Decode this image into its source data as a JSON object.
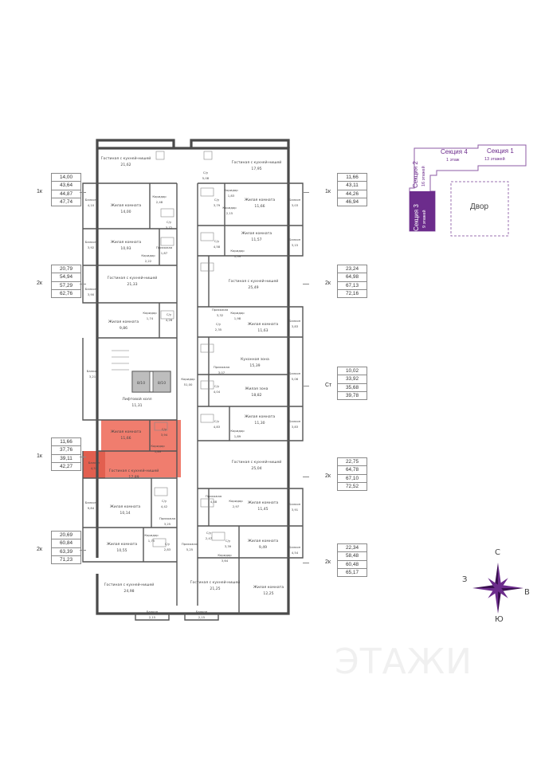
{
  "apartment_areas": [
    {
      "rooms": "1к",
      "values": [
        "14,00",
        "43,64",
        "44,87",
        "47,74"
      ]
    },
    {
      "rooms": "2к",
      "values": [
        "20,79",
        "54,94",
        "57,29",
        "62,76"
      ]
    },
    {
      "rooms": "1к",
      "values": [
        "11,66",
        "37,76",
        "39,11",
        "42,27"
      ]
    },
    {
      "rooms": "2к",
      "values": [
        "20,69",
        "60,84",
        "63,39",
        "71,23"
      ]
    },
    {
      "rooms": "1к",
      "values": [
        "11,66",
        "43,11",
        "44,26",
        "46,94"
      ]
    },
    {
      "rooms": "2к",
      "values": [
        "23,24",
        "64,98",
        "67,13",
        "72,16"
      ]
    },
    {
      "rooms": "Ст",
      "values": [
        "10,02",
        "33,92",
        "35,68",
        "39,78"
      ]
    },
    {
      "rooms": "2к",
      "values": [
        "22,75",
        "64,78",
        "67,10",
        "72,52"
      ]
    },
    {
      "rooms": "2к",
      "values": [
        "22,34",
        "58,48",
        "60,48",
        "65,17"
      ]
    }
  ],
  "rooms": [
    {
      "label": "Гостиная с кухней-нишей",
      "area": "21,62"
    },
    {
      "label": "Гостиная с кухней-нишей",
      "area": "17,95"
    },
    {
      "label": "Жилая комната",
      "area": "14,00"
    },
    {
      "label": "Коридор",
      "area": "2,48"
    },
    {
      "label": "С/у",
      "area": "5,08"
    },
    {
      "label": "С/у",
      "area": "3,79"
    },
    {
      "label": "Коридор",
      "area": "1,83"
    },
    {
      "label": "Жилая комната",
      "area": "11,66"
    },
    {
      "label": "Балкон",
      "area": "4,10"
    },
    {
      "label": "Балкон",
      "area": "3,03"
    },
    {
      "label": "Коридор",
      "area": "2,15"
    },
    {
      "label": "С/у",
      "area": "3,72"
    },
    {
      "label": "Жилая комната",
      "area": "10,93"
    },
    {
      "label": "Балкон",
      "area": "3,92"
    },
    {
      "label": "Прихожая",
      "area": "1,87"
    },
    {
      "label": "Коридор",
      "area": "2,22"
    },
    {
      "label": "Жилая комната",
      "area": "11,57"
    },
    {
      "label": "С/у",
      "area": "4,58"
    },
    {
      "label": "Коридор",
      "area": "1,59"
    },
    {
      "label": "Балкон",
      "area": "3,15"
    },
    {
      "label": "Гостиная с кухней-нишей",
      "area": "21,33"
    },
    {
      "label": "Гостиная с кухней-нишей",
      "area": "25,49"
    },
    {
      "label": "Балкон",
      "area": "3,90"
    },
    {
      "label": "Жилая комната",
      "area": "9,86"
    },
    {
      "label": "Коридор",
      "area": "1,74"
    },
    {
      "label": "С/у",
      "area": "4,26"
    },
    {
      "label": "Прихожая",
      "area": "3,32"
    },
    {
      "label": "Коридор",
      "area": "1,98"
    },
    {
      "label": "Жилая комната",
      "area": "11,63"
    },
    {
      "label": "С/у",
      "area": "2,35"
    },
    {
      "label": "Балкон",
      "area": "3,83"
    },
    {
      "label": "Кухонная зона",
      "area": "15,39"
    },
    {
      "label": "Прихожая",
      "area": "3,07"
    },
    {
      "label": "Балкон",
      "area": "3,21"
    },
    {
      "label": "Коридор",
      "area": "51,00"
    },
    {
      "label": "Лифтовой холл",
      "area": "11,31"
    },
    {
      "label": "Жилая зона",
      "area": "18,82"
    },
    {
      "label": "С/у",
      "area": "4,04"
    },
    {
      "label": "Балкон",
      "area": "5,06"
    },
    {
      "label": "Жилая комната",
      "area": "11,30"
    },
    {
      "label": "Балкон",
      "area": "3,83"
    },
    {
      "label": "Жилая комната",
      "area": "11,66"
    },
    {
      "label": "С/у",
      "area": "3,94"
    },
    {
      "label": "С/у",
      "area": "4,83"
    },
    {
      "label": "Коридор",
      "area": "1,89"
    },
    {
      "label": "Коридор",
      "area": "1,89"
    },
    {
      "label": "Гостиная с кухней-нишей",
      "area": "17,89"
    },
    {
      "label": "Балкон",
      "area": "4,51"
    },
    {
      "label": "Гостиная с кухней-нишей",
      "area": "25,04"
    },
    {
      "label": "С/у",
      "area": "4,42"
    },
    {
      "label": "Жилая комната",
      "area": "10,14"
    },
    {
      "label": "Балкон",
      "area": "9,84"
    },
    {
      "label": "Прихожая",
      "area": "4,48"
    },
    {
      "label": "Коридор",
      "area": "2,97"
    },
    {
      "label": "Жилая комната",
      "area": "11,45"
    },
    {
      "label": "Балкон",
      "area": "3,91"
    },
    {
      "label": "Прихожая",
      "area": "3,25"
    },
    {
      "label": "Жилая комната",
      "area": "10,55"
    },
    {
      "label": "Коридор",
      "area": "1,75"
    },
    {
      "label": "С/у",
      "area": "2,83"
    },
    {
      "label": "Прихожая",
      "area": "5,25"
    },
    {
      "label": "С/у",
      "area": "2,47"
    },
    {
      "label": "С/у",
      "area": "3,39"
    },
    {
      "label": "Жилая комната",
      "area": "9,49"
    },
    {
      "label": "Коридор",
      "area": "3,64"
    },
    {
      "label": "Балкон",
      "area": "4,54"
    },
    {
      "label": "Гостиная с кухней-нишей",
      "area": "24,98"
    },
    {
      "label": "Гостиная с кухней-нишей",
      "area": "21,25"
    },
    {
      "label": "Жилая комната",
      "area": "12,25"
    },
    {
      "label": "Балкон",
      "area": "2,15"
    },
    {
      "label": "Балкон",
      "area": "2,15"
    }
  ],
  "lift_labels": [
    "8/10",
    "8/10"
  ],
  "sections": [
    {
      "name": "Секция 4",
      "floors": "1 этаж"
    },
    {
      "name": "Секция 1",
      "floors": "13 этажей"
    },
    {
      "name": "Секция 2",
      "floors": "16 этажей"
    },
    {
      "name": "Секция 3",
      "floors": "9 этажей"
    }
  ],
  "courtyard": "Двор",
  "compass": {
    "north": "С",
    "south": "Ю",
    "east": "В",
    "west": "З"
  },
  "watermark": "ЭТАЖИ",
  "colors": {
    "highlight": "#f07d6e",
    "highlight_dark": "#e25f4f",
    "section_accent": "#6c2c8c",
    "wall": "#4a4a4a"
  }
}
